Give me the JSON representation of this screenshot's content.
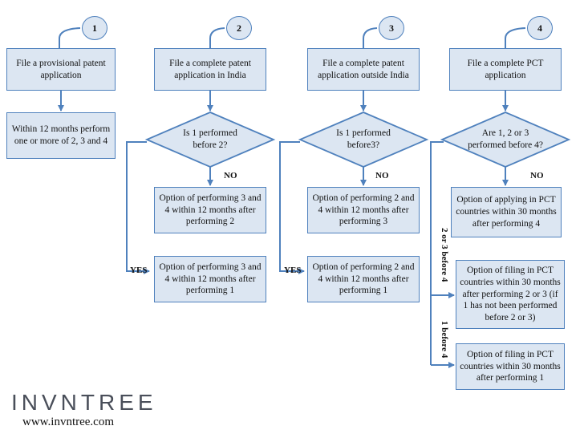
{
  "steps": [
    {
      "number": "1",
      "title": "File a provisional patent application",
      "note": "Within 12 months perform one or more of 2, 3 and 4"
    },
    {
      "number": "2",
      "title": "File a complete patent application in India",
      "decision": "Is 1 performed before 2?",
      "no_label": "NO",
      "no_option": "Option of performing 3 and 4 within 12 months after performing 2",
      "yes_label": "YES",
      "yes_option": "Option of performing 3 and 4 within 12 months after performing 1"
    },
    {
      "number": "3",
      "title": "File a complete patent application outside India",
      "decision": "Is 1 performed before3?",
      "no_label": "NO",
      "no_option": "Option of performing 2 and 4 within 12 months after performing 3",
      "yes_label": "YES",
      "yes_option": "Option of performing 2 and 4 within 12 months after performing 1"
    },
    {
      "number": "4",
      "title": "File a complete PCT application",
      "decision": "Are 1, 2 or 3 performed before 4?",
      "no_label": "NO",
      "no_option": "Option of applying in PCT countries within 30 months after performing 4",
      "branch_a_label": "2 or 3 before 4",
      "branch_a_option": "Option of filing in PCT countries within 30 months after performing 2 or 3 (if 1 has not been performed before 2 or 3)",
      "branch_b_label": "1 before 4",
      "branch_b_option": "Option of filing in PCT countries within 30 months after performing 1"
    }
  ],
  "footer": {
    "logo_text": "INVNTREE",
    "url": "www.invntree.com"
  },
  "colors": {
    "box_fill": "#dce6f2",
    "box_border": "#4f81bd",
    "connector": "#4f81bd",
    "text": "#111111"
  }
}
